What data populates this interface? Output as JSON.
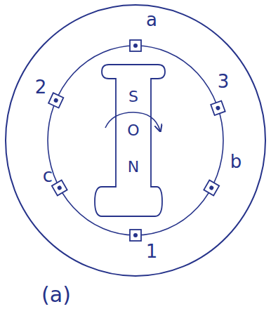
{
  "diagram": {
    "caption": "(a)",
    "nodes": [
      {
        "text": [
          "S",
          "O",
          "N"
        ]
      }
    ],
    "labels": [
      "a",
      "3",
      "b",
      "1",
      "c",
      "2"
    ]
  }
}
